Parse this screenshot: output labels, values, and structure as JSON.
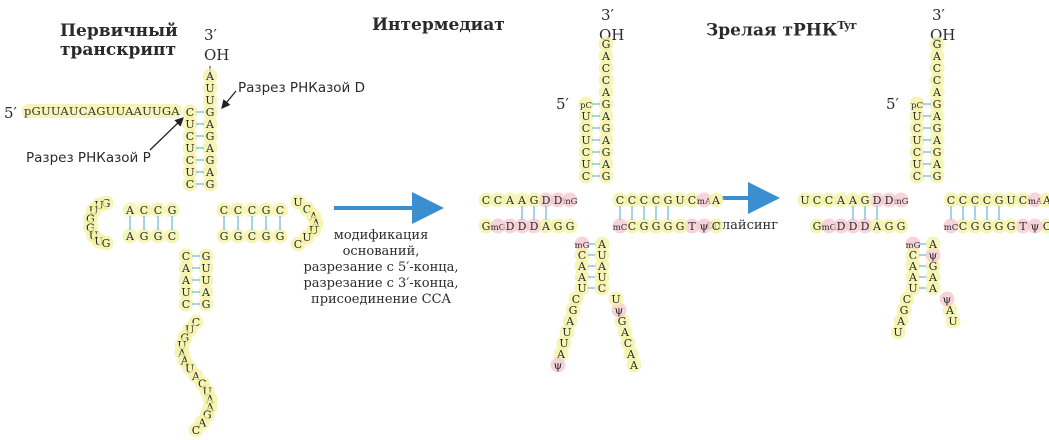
{
  "titles": {
    "primary_line1": "Первичный",
    "primary_line2": "транскрипт",
    "intermediate": "Интермедиат",
    "mature": "Зрелая тРНК",
    "mature_sup": "Tyr"
  },
  "ends": {
    "three_prime": "3′",
    "oh": "OH",
    "five_prime": "5′"
  },
  "leader_sequence": "pGUUAUCAGUUAAUUGA",
  "cuts": {
    "rnase_d": "Разрез РНКазой D",
    "rnase_p": "Разрез РНКазой P"
  },
  "step1_text": [
    "модификация",
    "оснований,",
    "разрезание с 5′-конца,",
    "разрезание с 3′-конца,",
    "присоединение CCA"
  ],
  "step2_text": "сплайсинг",
  "colors": {
    "arrow": "#3a8fd0",
    "base_glow": "#f3f2a0",
    "modified_glow": "#f4c6cf",
    "base_pair": "#8fc7e8"
  },
  "structures": {
    "primary": {
      "three_tail": [
        "U",
        "U",
        "A"
      ],
      "acceptor_5": [
        "C",
        "U",
        "C",
        "U",
        "C",
        "U",
        "C"
      ],
      "acceptor_3": [
        "G",
        "A",
        "G",
        "A",
        "G",
        "A",
        "G"
      ],
      "d_stem_5": [
        "G",
        "C",
        "C",
        "A"
      ],
      "d_loop": [
        "G",
        "U",
        "U",
        "G",
        "G",
        "U",
        "U",
        "G"
      ],
      "d_stem_3": [
        "C",
        "G",
        "G",
        "A"
      ],
      "t_stem_5": [
        "C",
        "C",
        "C",
        "G",
        "C"
      ],
      "t_loop": [
        "U",
        "C",
        "A",
        "A",
        "U",
        "U",
        "C"
      ],
      "t_stem_3": [
        "G",
        "G",
        "C",
        "G",
        "G"
      ],
      "anticodon_5": [
        "C",
        "A",
        "A",
        "U",
        "C"
      ],
      "anticodon_3": [
        "G",
        "U",
        "U",
        "A",
        "G"
      ],
      "intron": [
        "C",
        "U",
        "G",
        "U",
        "A",
        "A",
        "U",
        "A",
        "C",
        "U",
        "A",
        "A",
        "G",
        "A",
        "C"
      ]
    },
    "intermediate": {
      "acceptor_top": [
        "A",
        "C",
        "C",
        "A",
        "G"
      ],
      "acceptor_5": [
        "pC",
        "U",
        "C",
        "U",
        "C",
        "U",
        "C"
      ],
      "acceptor_3": [
        "G",
        "A",
        "G",
        "A",
        "G",
        "A",
        "G"
      ],
      "d_arm": [
        "mG",
        "D",
        "D",
        "G",
        "A",
        "A",
        "C",
        "C",
        "G",
        "mG",
        "D",
        "D",
        "D",
        "A",
        "G",
        "G"
      ],
      "t_arm": [
        "C",
        "C",
        "C",
        "C",
        "G",
        "U",
        "C",
        "mA",
        "A",
        "C",
        "ψ",
        "T",
        "G",
        "G",
        "G",
        "G",
        "C",
        "mC"
      ],
      "anticodon": [
        "mG",
        "C",
        "A",
        "A",
        "U",
        "C",
        "G",
        "A",
        "U",
        "U",
        "A",
        "ψ",
        "A",
        "A",
        "C",
        "A",
        "G",
        "ψ",
        "U",
        "C",
        "U",
        "A",
        "U",
        "A"
      ]
    },
    "mature": {
      "acceptor_top": [
        "A",
        "C",
        "C",
        "A",
        "G"
      ],
      "acceptor_5": [
        "pC",
        "U",
        "C",
        "U",
        "C",
        "U",
        "C"
      ],
      "acceptor_3": [
        "G",
        "A",
        "G",
        "A",
        "G",
        "A",
        "G"
      ],
      "d_arm": [
        "mG",
        "D",
        "D",
        "G",
        "A",
        "A",
        "C",
        "C",
        "U",
        "G",
        "mG",
        "D",
        "D",
        "D",
        "A",
        "G",
        "G"
      ],
      "t_arm": [
        "C",
        "C",
        "C",
        "C",
        "G",
        "U",
        "C",
        "mA",
        "A",
        "C",
        "ψ",
        "T",
        "G",
        "G",
        "G",
        "G",
        "C",
        "mC"
      ],
      "anticodon": [
        "mG",
        "C",
        "A",
        "A",
        "U",
        "C",
        "G",
        "A",
        "U",
        "U",
        "A",
        "ψ",
        "A",
        "A",
        "G",
        "ψ",
        "A"
      ]
    }
  }
}
